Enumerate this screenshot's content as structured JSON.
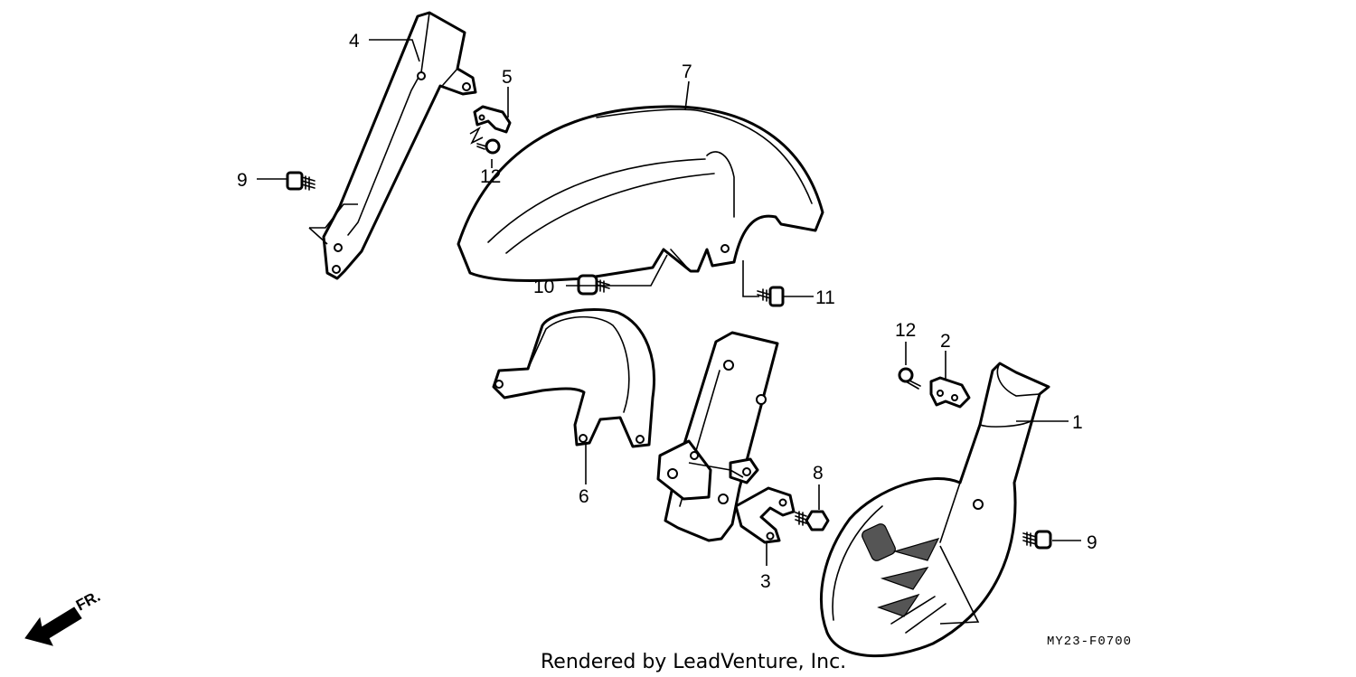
{
  "diagram": {
    "drawing_code": "MY23-F0700",
    "footer": "Rendered by LeadVenture, Inc.",
    "direction_label": "FR.",
    "callouts": {
      "c1": "1",
      "c2": "2",
      "c3": "3",
      "c4": "4",
      "c5": "5",
      "c6": "6",
      "c7": "7",
      "c8": "8",
      "c9a": "9",
      "c9b": "9",
      "c10": "10",
      "c11": "11",
      "c12a": "12",
      "c12b": "12"
    }
  }
}
